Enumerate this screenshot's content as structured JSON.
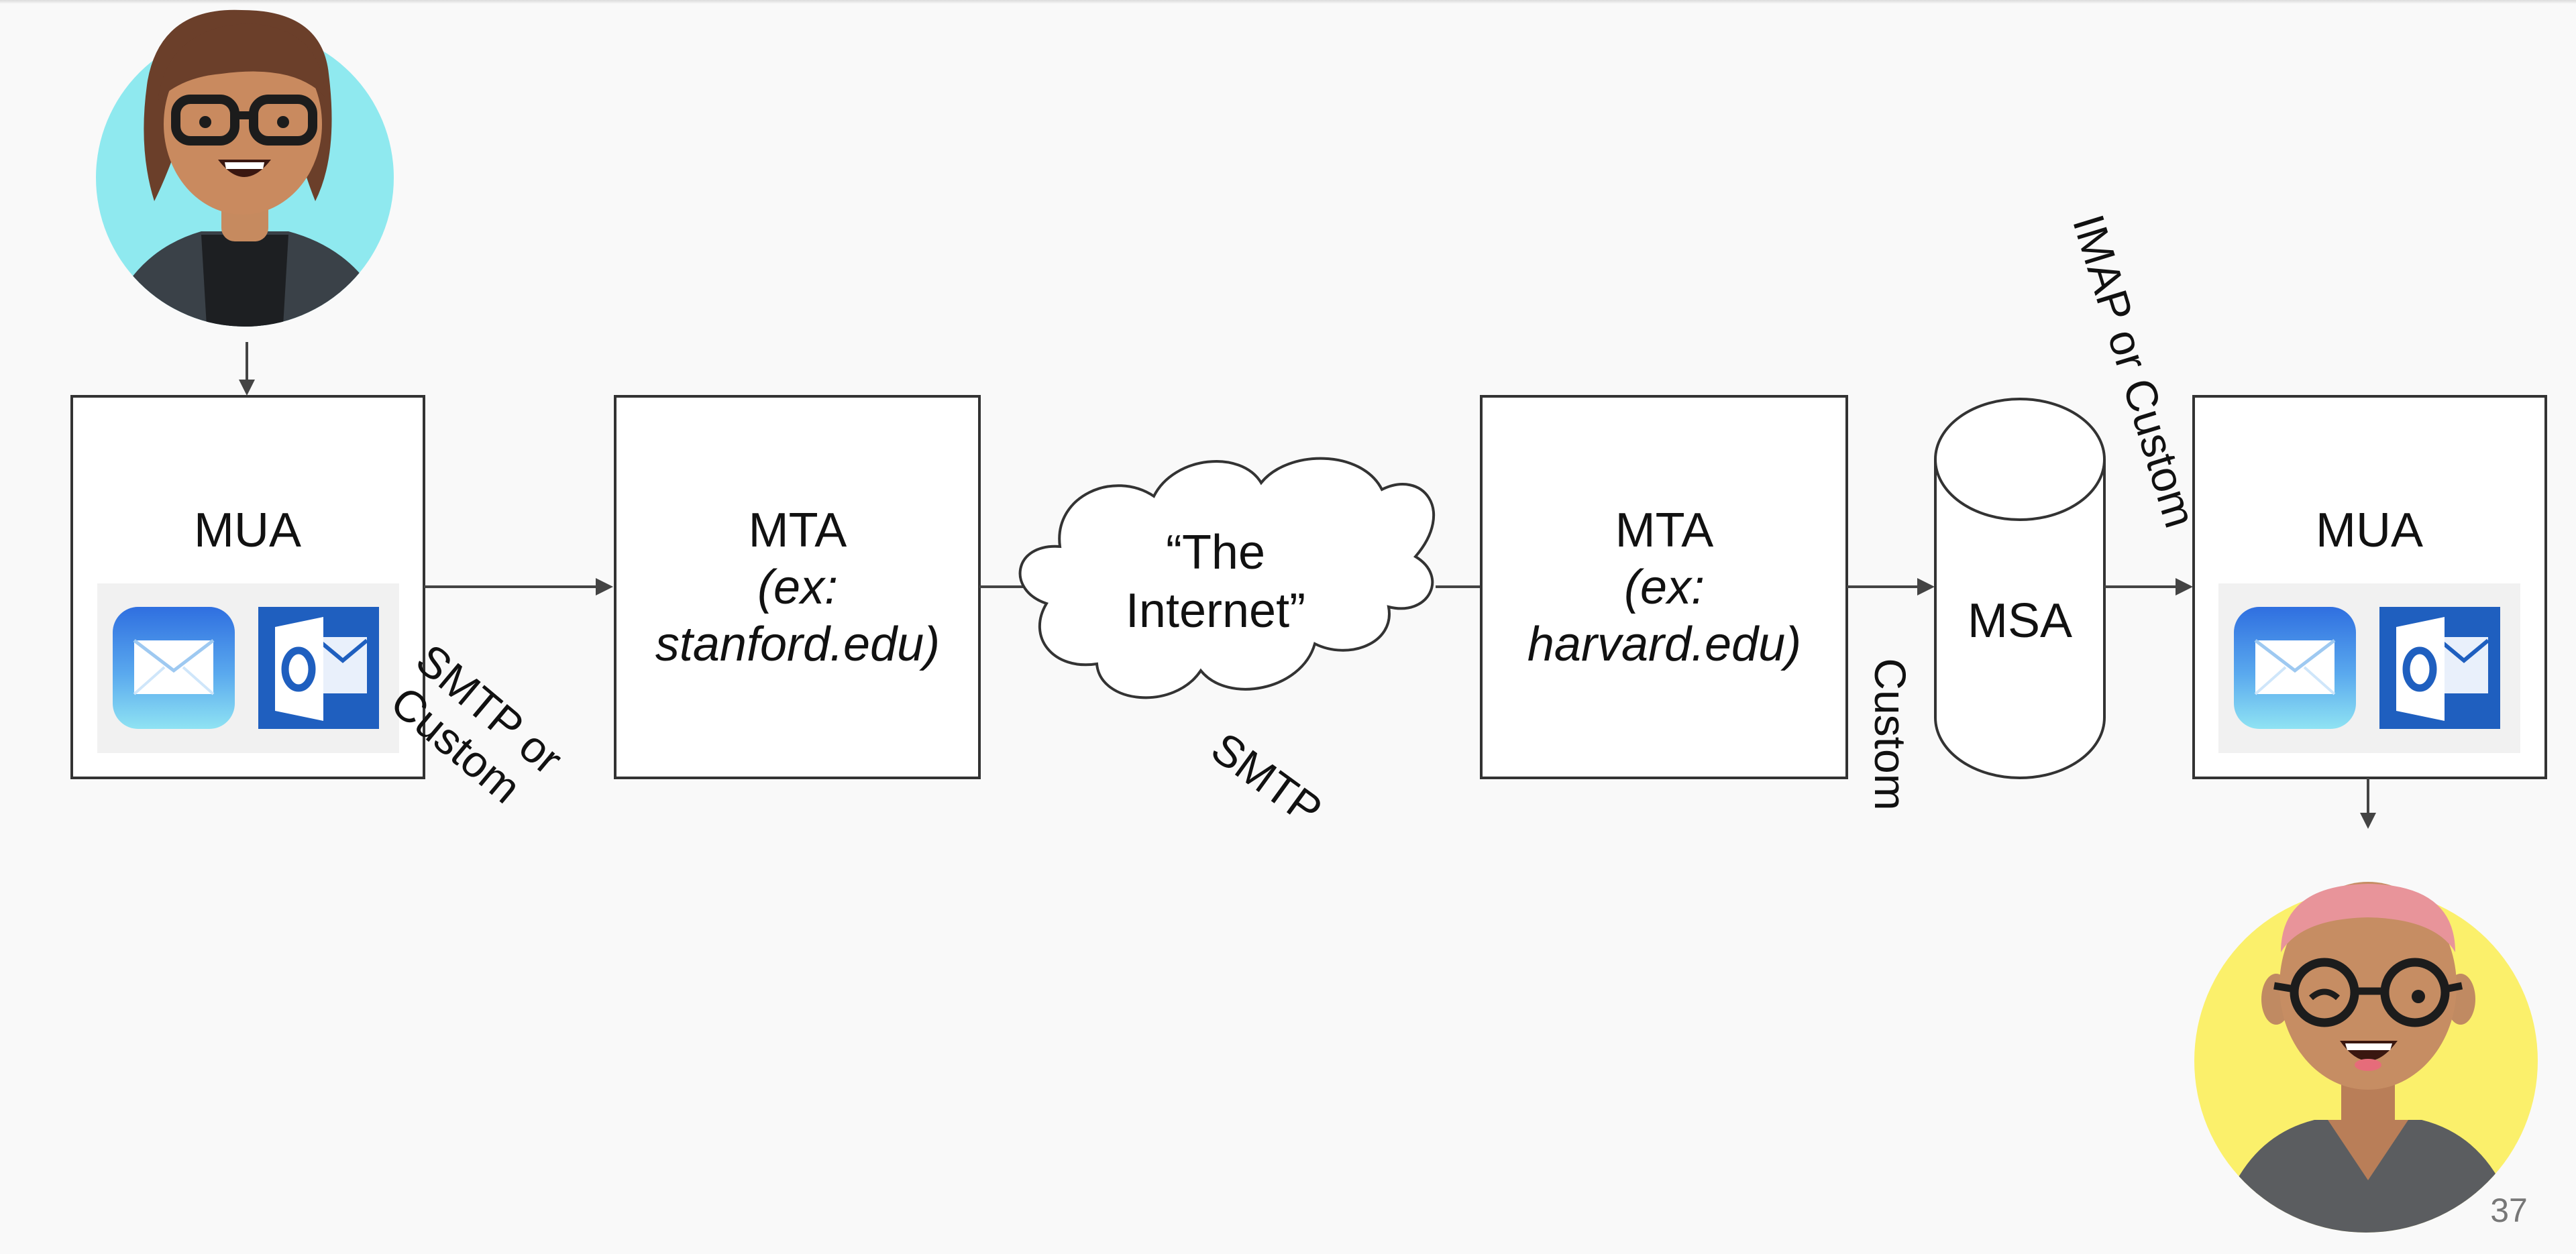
{
  "nodes": {
    "sender_mua": {
      "label": "MUA"
    },
    "stanford_mta": {
      "label": "MTA",
      "example_line1": "(ex:",
      "example_line2": "stanford.edu)"
    },
    "internet_cloud": {
      "line1": "“The",
      "line2": "Internet”"
    },
    "harvard_mta": {
      "label": "MTA",
      "example_line1": "(ex:",
      "example_line2": "harvard.edu)"
    },
    "msa": {
      "label": "MSA"
    },
    "recipient_mua": {
      "label": "MUA"
    }
  },
  "edges": {
    "sender_to_mta": {
      "line1": "SMTP or",
      "line2": "Custom"
    },
    "internet": {
      "label": "SMTP"
    },
    "mta_to_msa": {
      "label": "Custom"
    },
    "msa_to_mua": {
      "label": "IMAP or Custom"
    }
  },
  "icons": {
    "sender_avatar": "woman-with-glasses-avatar",
    "recipient_avatar": "man-with-round-glasses-avatar",
    "mail_app": "apple-mail-icon",
    "outlook_app": "outlook-icon"
  },
  "colors": {
    "sender_avatar_bg": "#8fe9ef",
    "recipient_avatar_bg": "#fbf06b",
    "mail_blue": "#3d7fe6",
    "outlook_blue": "#1f5fbf"
  },
  "slide": {
    "page_number": "37"
  }
}
